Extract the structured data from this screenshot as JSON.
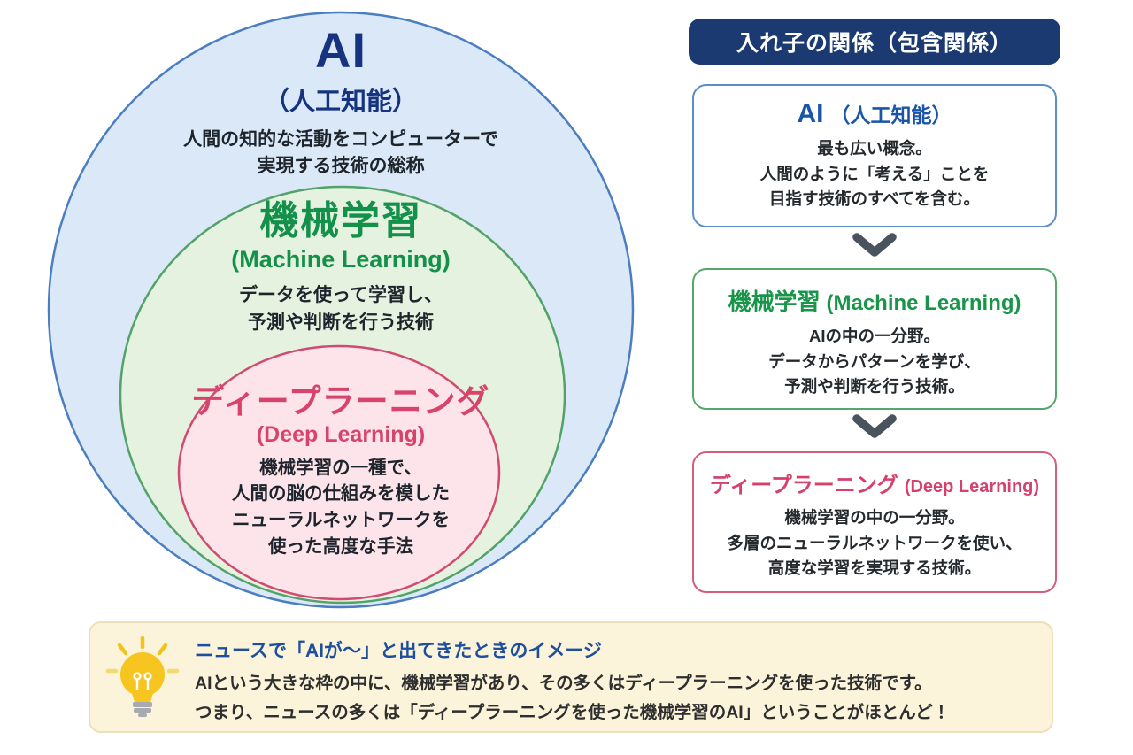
{
  "colors": {
    "ai_fill": "#dbe8f8",
    "ai_stroke": "#4b7ec1",
    "ai_text": "#16337f",
    "ml_fill": "#e5f2df",
    "ml_stroke": "#52a269",
    "ml_text": "#13904a",
    "dl_fill": "#fce4ea",
    "dl_stroke": "#d14b70",
    "dl_text": "#d8436b",
    "panel_header_bg": "#1b3a72",
    "panel_header_text": "#ffffff",
    "box_ai_border": "#5a8fca",
    "box_ai_title": "#1a55a9",
    "box_ml_border": "#55a86b",
    "box_ml_title": "#189549",
    "box_dl_border": "#d75d7d",
    "box_dl_title": "#d6406c",
    "chevron": "#4a545e",
    "note_bg": "#fbf4da",
    "note_border": "#ecdfb9",
    "note_title": "#1d4f9e",
    "bulb_yellow": "#f6c51f",
    "bulb_base": "#a7abb0",
    "body_text": "#1d242b"
  },
  "venn": {
    "ai": {
      "title": "AI",
      "subtitle": "（人工知能）",
      "desc_lines": [
        "人間の知的な活動をコンピューターで",
        "実現する技術の総称"
      ]
    },
    "ml": {
      "title": "機械学習",
      "subtitle": "(Machine Learning)",
      "desc_lines": [
        "データを使って学習し、",
        "予測や判断を行う技術"
      ]
    },
    "dl": {
      "title": "ディープラーニング",
      "subtitle": "(Deep Learning)",
      "desc_lines": [
        "機械学習の一種で、",
        "人間の脳の仕組みを模した",
        "ニューラルネットワークを",
        "使った高度な手法"
      ]
    }
  },
  "panel": {
    "header": "入れ子の関係（包含関係）",
    "boxes": [
      {
        "title": "AI",
        "title_suffix": "（人工知能）",
        "lines": [
          "最も広い概念。",
          "人間のように「考える」ことを",
          "目指す技術のすべてを含む。"
        ]
      },
      {
        "title": "機械学習",
        "title_suffix": "(Machine Learning)",
        "lines": [
          "AIの中の一分野。",
          "データからパターンを学び、",
          "予測や判断を行う技術。"
        ]
      },
      {
        "title": "ディープラーニング",
        "title_suffix": "(Deep Learning)",
        "lines": [
          "機械学習の中の一分野。",
          "多層のニューラルネットワークを使い、",
          "高度な学習を実現する技術。"
        ]
      }
    ]
  },
  "note": {
    "title": "ニュースで「AIが〜」と出てきたときのイメージ",
    "lines": [
      "AIという大きな枠の中に、機械学習があり、その多くはディープラーニングを使った技術です。",
      "つまり、ニュースの多くは「ディープラーニングを使った機械学習のAI」ということがほとんど！"
    ]
  }
}
